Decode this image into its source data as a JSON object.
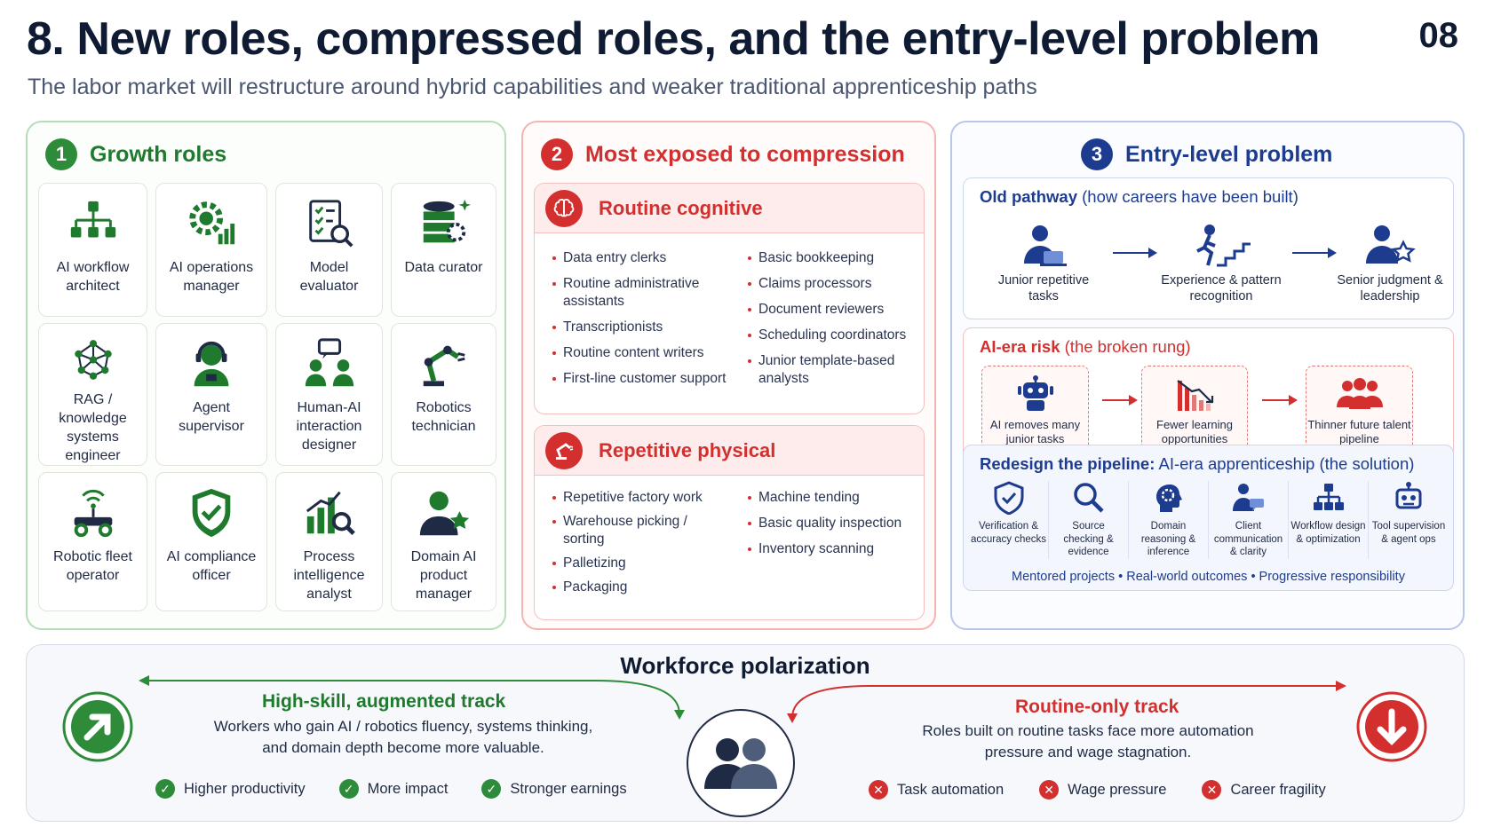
{
  "header": {
    "title": "8. New roles, compressed roles, and the entry-level problem",
    "page_number": "08",
    "subtitle": "The labor market will restructure around hybrid capabilities and weaker traditional apprenticeship paths"
  },
  "colors": {
    "green": "#2e8b3a",
    "red": "#d32f2f",
    "navy": "#1d3c8f"
  },
  "growth": {
    "number": "1",
    "title": "Growth roles",
    "roles": [
      {
        "label": "AI workflow architect",
        "icon": "hierarchy-icon"
      },
      {
        "label": "AI operations manager",
        "icon": "gear-chart-icon"
      },
      {
        "label": "Model evaluator",
        "icon": "checklist-magnifier-icon"
      },
      {
        "label": "Data curator",
        "icon": "database-gear-icon"
      },
      {
        "label": "RAG / knowledge systems engineer",
        "icon": "network-icon"
      },
      {
        "label": "Agent supervisor",
        "icon": "headset-person-icon"
      },
      {
        "label": "Human-AI interaction designer",
        "icon": "people-chat-icon"
      },
      {
        "label": "Robotics technician",
        "icon": "robot-arm-icon"
      },
      {
        "label": "Robotic fleet operator",
        "icon": "robot-vehicle-icon"
      },
      {
        "label": "AI compliance officer",
        "icon": "shield-check-icon"
      },
      {
        "label": "Process intelligence analyst",
        "icon": "bar-chart-magnifier-icon"
      },
      {
        "label": "Domain AI product manager",
        "icon": "person-star-icon"
      }
    ]
  },
  "compression": {
    "number": "2",
    "title": "Most exposed to compression",
    "cognitive": {
      "title": "Routine cognitive",
      "left": [
        "Data entry clerks",
        "Routine administrative assistants",
        "Transcriptionists",
        "Routine content writers",
        "First-line customer support"
      ],
      "right": [
        "Basic bookkeeping",
        "Claims processors",
        "Document reviewers",
        "Scheduling coordinators",
        "Junior template-based analysts"
      ]
    },
    "physical": {
      "title": "Repetitive physical",
      "left": [
        "Repetitive factory work",
        "Warehouse picking / sorting",
        "Palletizing",
        "Packaging"
      ],
      "right": [
        "Machine tending",
        "Basic quality inspection",
        "Inventory scanning"
      ]
    }
  },
  "entry": {
    "number": "3",
    "title": "Entry-level problem",
    "old": {
      "title_bold": "Old pathway",
      "title_rest": " (how careers have been built)",
      "steps": [
        "Junior repetitive tasks",
        "Experience & pattern recognition",
        "Senior judgment & leadership"
      ]
    },
    "risk": {
      "title_bold": "AI-era risk",
      "title_rest": " (the broken rung)",
      "steps": [
        "AI removes many junior tasks",
        "Fewer learning opportunities",
        "Thinner future talent pipeline"
      ]
    },
    "redesign": {
      "title_bold": "Redesign the pipeline:",
      "title_rest": " AI-era apprenticeship (the solution)",
      "skills": [
        "Verification & accuracy checks",
        "Source checking & evidence",
        "Domain reasoning & inference",
        "Client communication & clarity",
        "Workflow design & optimization",
        "Tool supervision & agent ops"
      ],
      "footer": "Mentored projects  •  Real-world outcomes  •  Progressive responsibility"
    }
  },
  "polarization": {
    "title": "Workforce polarization",
    "high": {
      "title": "High-skill, augmented track",
      "desc_line1": "Workers who gain AI / robotics fluency, systems thinking,",
      "desc_line2": "and domain depth become more valuable.",
      "chips": [
        "Higher productivity",
        "More impact",
        "Stronger earnings"
      ]
    },
    "routine": {
      "title": "Routine-only track",
      "desc_line1": "Roles built on routine tasks face more automation",
      "desc_line2": "pressure and wage stagnation.",
      "chips": [
        "Task automation",
        "Wage pressure",
        "Career fragility"
      ]
    }
  }
}
